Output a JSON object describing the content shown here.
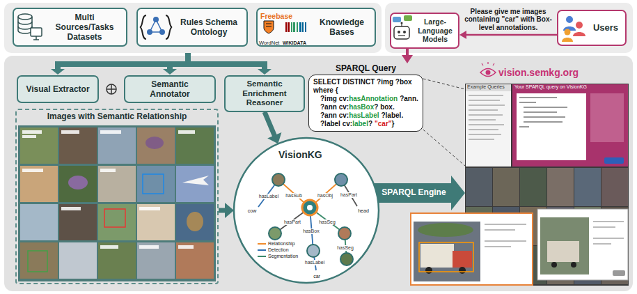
{
  "diagram": {
    "nodes": [
      {
        "text": [
          "Multi Sources/Tasks Datasets"
        ]
      },
      {
        "text": [
          "Rules Schema Ontology"
        ]
      },
      {
        "text": [
          "Knowledge Bases"
        ]
      },
      {
        "text": [
          "Large-Language Models"
        ]
      },
      {
        "text": [
          "Users"
        ]
      },
      {
        "text": [
          "Visual Extractor"
        ]
      },
      {
        "text": [
          "Semantic Annotator"
        ]
      },
      {
        "text": [
          "Images with Semantic Relationship"
        ]
      },
      {
        "text": [
          "Semantic Enrichment Reasoner"
        ]
      },
      {
        "text": [
          "VisionKG"
        ]
      },
      {
        "text": [
          "SPARQL Query",
          "SELECT DISTINCT ?img ?box",
          "where {",
          "?img cv:",
          "hasAnnotation",
          "?ann.",
          "?ann cv:",
          "hasBox",
          "? box.",
          "?ann cv:",
          "hasLabel",
          "?label.",
          "?label cv:",
          "label",
          "?",
          "\"car\"",
          "}"
        ]
      },
      {
        "text": [
          "Example Queries",
          "Your SPARQL query on VisionKG"
        ]
      }
    ],
    "edges": [
      {
        "from": 4,
        "to": 3,
        "arrow": "to",
        "label": "Please give me images containing \"car\" with Box-level annotations."
      },
      {
        "from": 3,
        "to": 10,
        "arrow": "to"
      },
      {
        "from": 8,
        "to": 9,
        "arrow": "to"
      },
      {
        "from": 7,
        "to": 9,
        "arrow": "to"
      },
      {
        "from": 9,
        "to": 11,
        "arrow": "to",
        "label": "SPARQL Engine"
      },
      {
        "from": 10,
        "to": 11,
        "arrow": "none"
      },
      {
        "from": 10,
        "to": 11,
        "arrow": "none"
      }
    ],
    "labels": [
      "Freebase",
      "WordNet",
      "WIKIDATA",
      "vision.semkg.org",
      "cow",
      "head",
      "car",
      "hasSub",
      "hasObj",
      "hasLabel",
      "hasPart",
      "hasPart",
      "hasBox",
      "hasSeg",
      "hasSeg",
      "hasLabel"
    ],
    "legend": [
      {
        "text": "Relationship"
      },
      {
        "text": "Detection"
      },
      {
        "text": "Segmentation"
      }
    ]
  }
}
